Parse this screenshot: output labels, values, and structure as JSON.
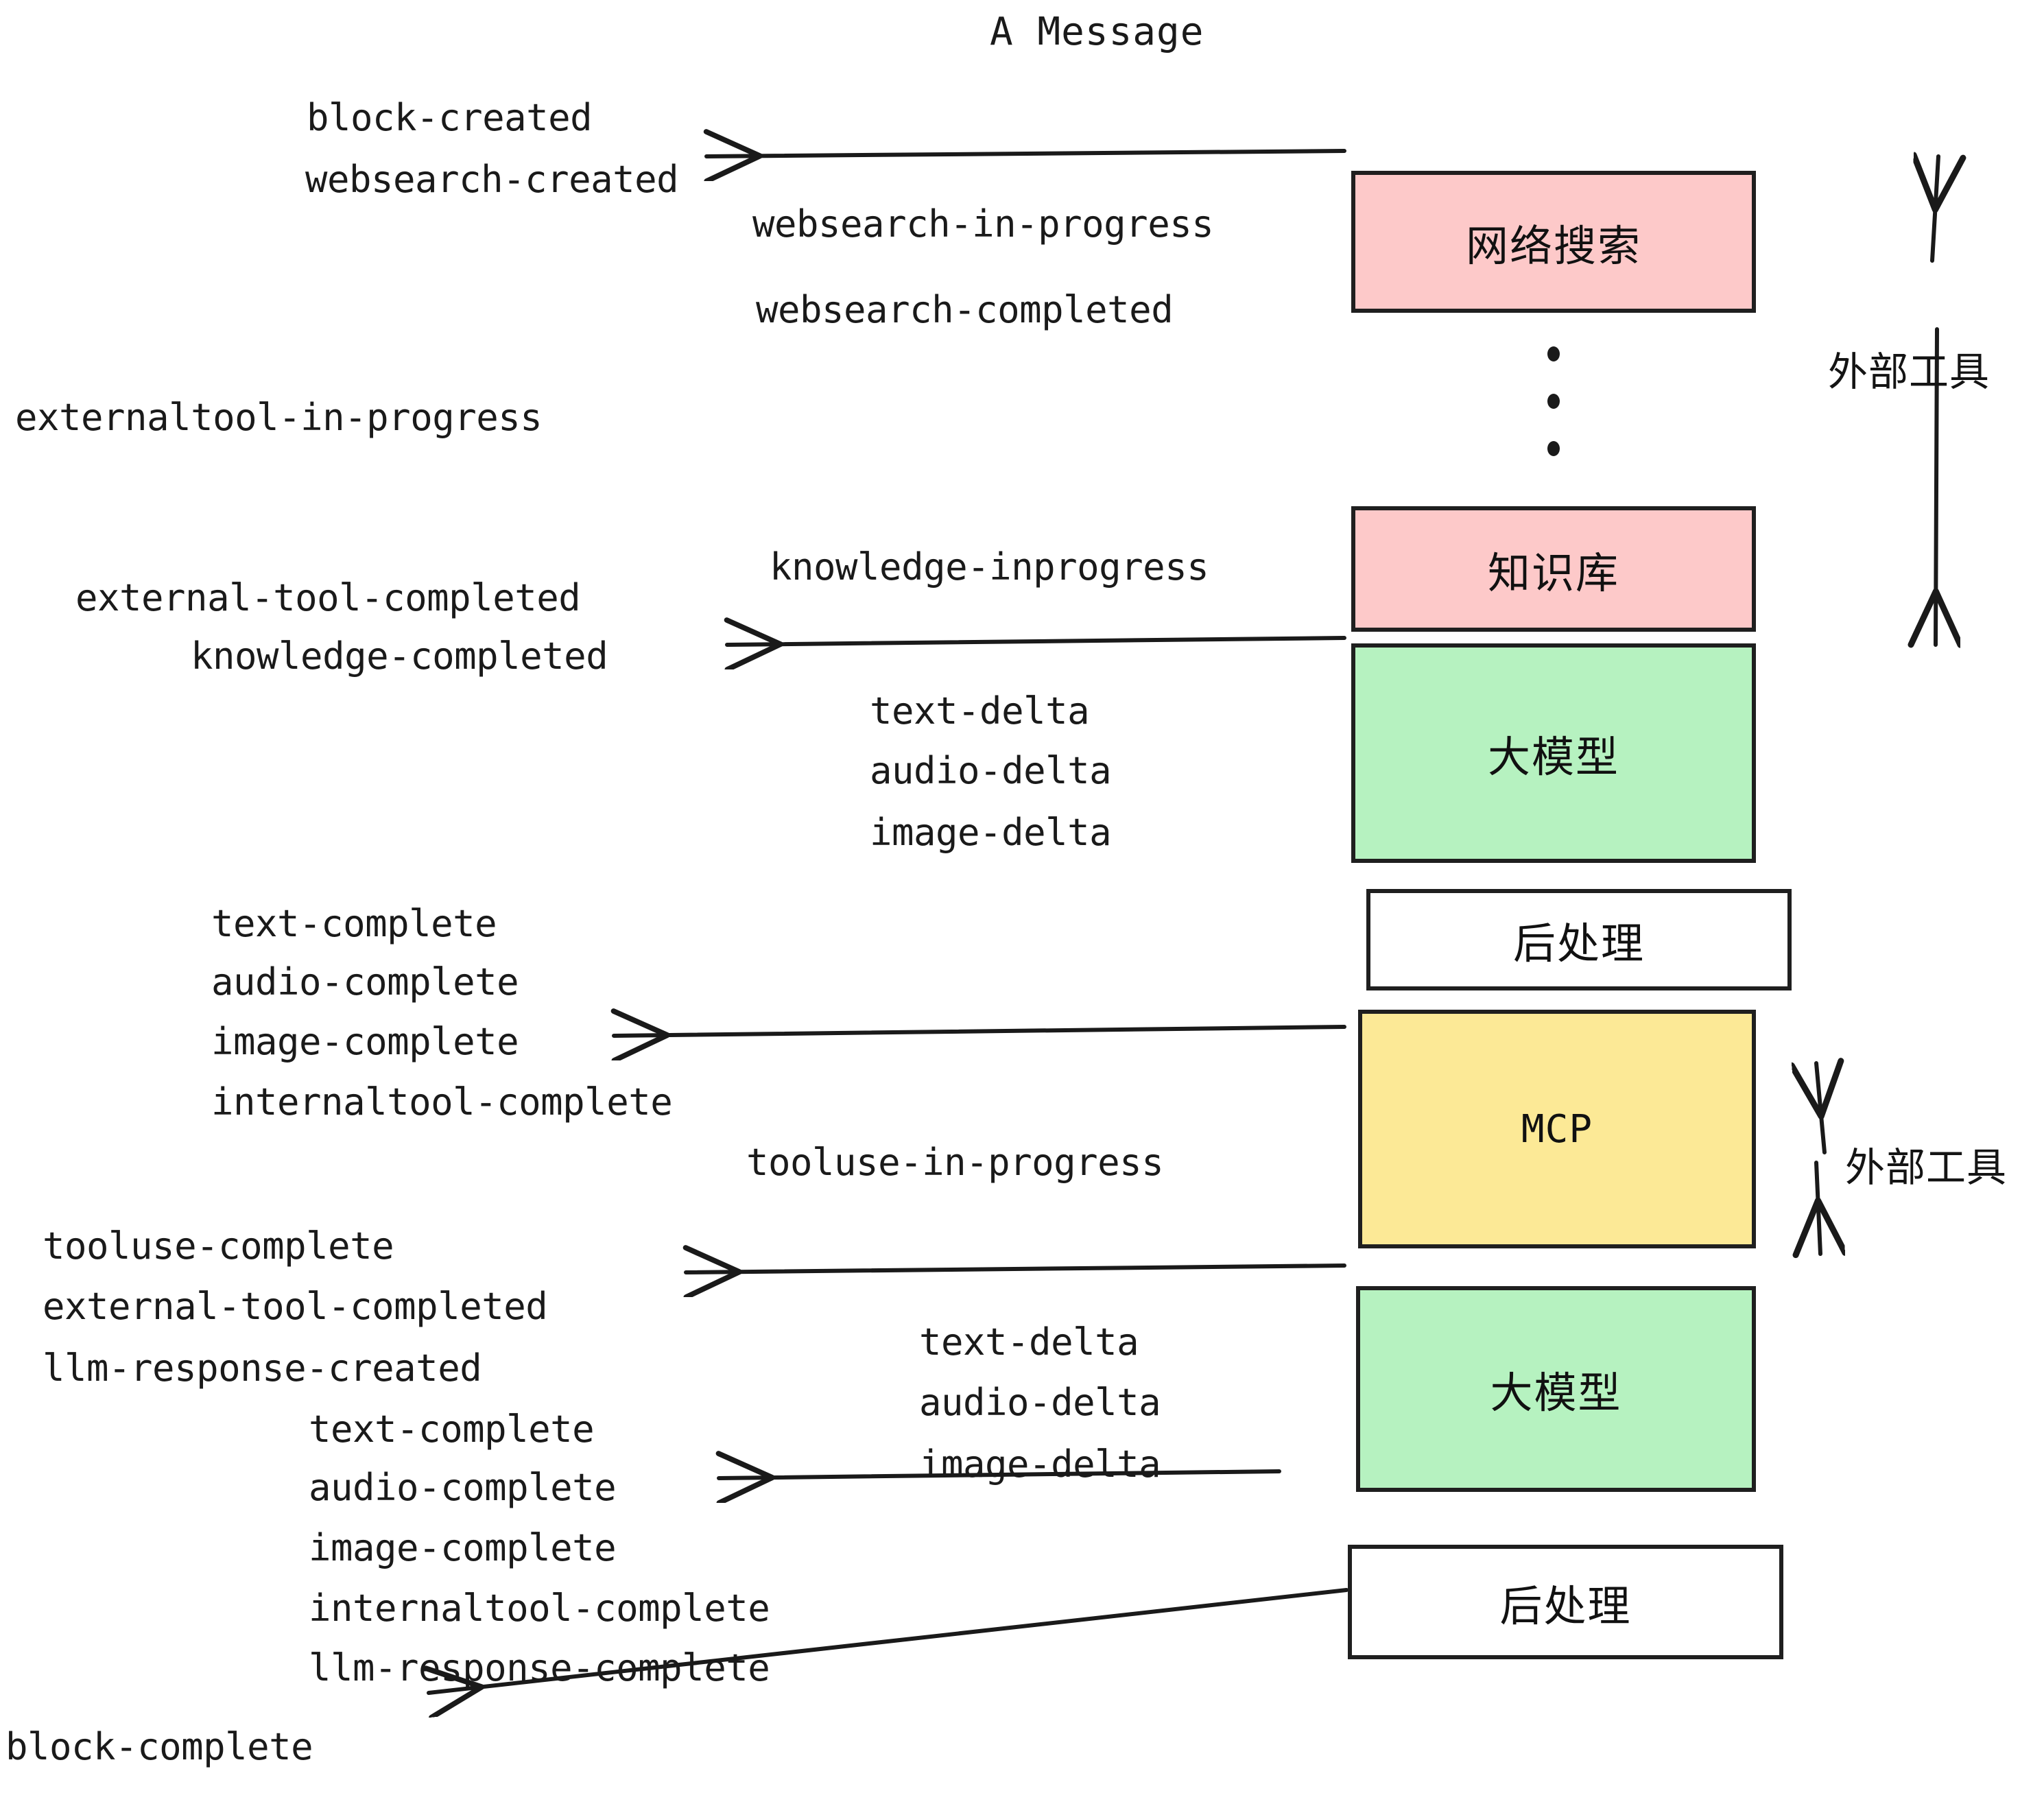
{
  "title": "A Message",
  "colors": {
    "pink": "#FDC9C9",
    "green": "#B6F2C0",
    "yellow": "#FCE996",
    "white": "#FFFFFF",
    "stroke": "#1F1F1F",
    "text": "#1A1A1A",
    "background": "#FFFFFF"
  },
  "nodes": [
    {
      "id": "websearch",
      "label": "网络搜索",
      "fill": "pink",
      "script": "cn"
    },
    {
      "id": "knowledge",
      "label": "知识库",
      "fill": "pink",
      "script": "cn"
    },
    {
      "id": "llm-1",
      "label": "大模型",
      "fill": "green",
      "script": "cn"
    },
    {
      "id": "postprocess-1",
      "label": "后处理",
      "fill": "white",
      "script": "cn"
    },
    {
      "id": "mcp",
      "label": "MCP",
      "fill": "yellow",
      "script": "latin"
    },
    {
      "id": "llm-2",
      "label": "大模型",
      "fill": "green",
      "script": "cn"
    },
    {
      "id": "postprocess-2",
      "label": "后处理",
      "fill": "white",
      "script": "cn"
    }
  ],
  "events": [
    {
      "id": "e01",
      "text": "block-created"
    },
    {
      "id": "e02",
      "text": "websearch-created"
    },
    {
      "id": "e03",
      "text": "websearch-in-progress"
    },
    {
      "id": "e04",
      "text": "websearch-completed"
    },
    {
      "id": "e05",
      "text": "externaltool-in-progress"
    },
    {
      "id": "e06",
      "text": "knowledge-inprogress"
    },
    {
      "id": "e07",
      "text": "external-tool-completed"
    },
    {
      "id": "e08",
      "text": "knowledge-completed"
    },
    {
      "id": "e09",
      "text": "text-delta"
    },
    {
      "id": "e10",
      "text": "audio-delta"
    },
    {
      "id": "e11",
      "text": "image-delta"
    },
    {
      "id": "e12",
      "text": "text-complete"
    },
    {
      "id": "e13",
      "text": "audio-complete"
    },
    {
      "id": "e14",
      "text": "image-complete"
    },
    {
      "id": "e15",
      "text": "internaltool-complete"
    },
    {
      "id": "e16",
      "text": "tooluse-in-progress"
    },
    {
      "id": "e17",
      "text": "tooluse-complete"
    },
    {
      "id": "e18",
      "text": "external-tool-completed"
    },
    {
      "id": "e19",
      "text": "llm-response-created"
    },
    {
      "id": "e20",
      "text": "text-complete"
    },
    {
      "id": "e21",
      "text": "audio-complete"
    },
    {
      "id": "e22",
      "text": "image-complete"
    },
    {
      "id": "e23",
      "text": "internaltool-complete"
    },
    {
      "id": "e24",
      "text": "llm-response-complete"
    },
    {
      "id": "e25",
      "text": "text-delta"
    },
    {
      "id": "e26",
      "text": "audio-delta"
    },
    {
      "id": "e27",
      "text": "image-delta"
    },
    {
      "id": "e28",
      "text": "block-complete"
    }
  ],
  "side_markers": [
    {
      "id": "ext-tools-top",
      "label": "外部工具"
    },
    {
      "id": "ext-tools-bottom",
      "label": "外部工具"
    }
  ],
  "ellipsis": {
    "id": "vertical-ellipsis",
    "dot_count": 3
  }
}
